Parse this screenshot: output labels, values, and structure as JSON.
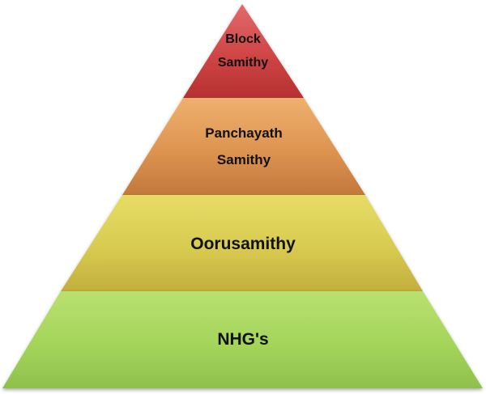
{
  "diagram": {
    "type": "pyramid",
    "tiers": [
      {
        "id": "block-samithy",
        "lines": [
          "Block",
          "Samithy"
        ],
        "colors": {
          "light": "#e26b6b",
          "mid": "#cf4545",
          "dark": "#b63131"
        }
      },
      {
        "id": "panchayath-samithy",
        "lines": [
          "Panchayath",
          "Samithy"
        ],
        "colors": {
          "light": "#efb06f",
          "mid": "#dd9450",
          "dark": "#c2783b"
        }
      },
      {
        "id": "oorusamithy",
        "lines": [
          "Oorusamithy"
        ],
        "colors": {
          "light": "#e6dc66",
          "mid": "#d8cb50",
          "dark": "#c2ae3d"
        }
      },
      {
        "id": "nhgs",
        "lines": [
          "NHG's"
        ],
        "colors": {
          "light": "#b9e070",
          "mid": "#a4d55a",
          "dark": "#8fc04c"
        }
      }
    ]
  }
}
